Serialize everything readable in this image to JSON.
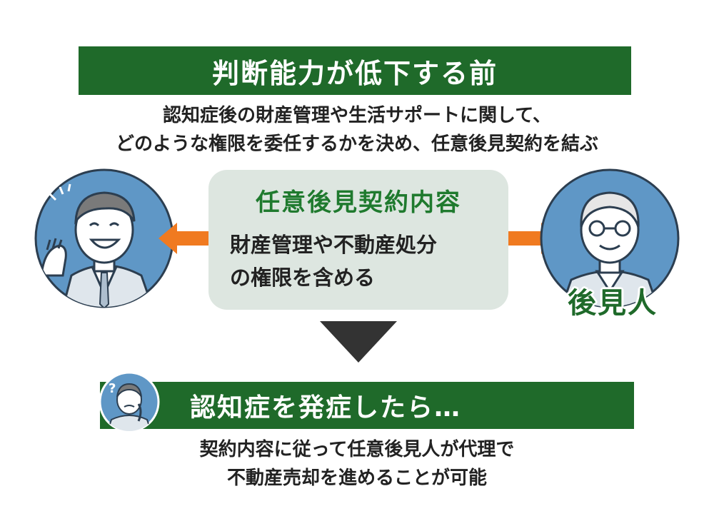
{
  "top_banner": {
    "title": "判断能力が低下する前"
  },
  "top_description": {
    "line1": "認知症後の財産管理や生活サポートに関して、",
    "line2": "どのような権限を委任するかを決め、任意後見契約を結ぶ"
  },
  "contract": {
    "title": "任意後見契約内容",
    "line1": "財産管理や不動産処分",
    "line2": "の権限を含める"
  },
  "guardian": {
    "label": "後見人"
  },
  "bottom_banner": {
    "title": "認知症を発症したら…"
  },
  "bottom_description": {
    "line1": "契約内容に従って任意後見人が代理で",
    "line2": "不動産売却を進めることが可能"
  },
  "colors": {
    "banner_green": "#1f6a2a",
    "title_green": "#1f7a2e",
    "arrow_orange": "#f07a20",
    "box_bg": "#dde6e0",
    "avatar_blue": "#5f97c6",
    "down_arrow": "#333333"
  }
}
